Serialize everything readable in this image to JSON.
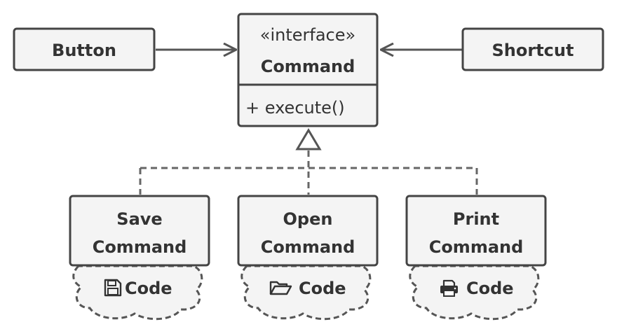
{
  "nodes": {
    "button": {
      "label": "Button"
    },
    "shortcut": {
      "label": "Shortcut"
    },
    "command": {
      "stereotype": "«interface»",
      "name": "Command",
      "method": "+ execute()"
    },
    "save": {
      "line1": "Save",
      "line2": "Command",
      "code_label": "Code",
      "icon": "floppy-disk-icon"
    },
    "open": {
      "line1": "Open",
      "line2": "Command",
      "code_label": "Code",
      "icon": "folder-open-icon"
    },
    "print": {
      "line1": "Print",
      "line2": "Command",
      "code_label": "Code",
      "icon": "printer-icon"
    }
  },
  "colors": {
    "box_fill": "#f4f4f4",
    "stroke": "#444444",
    "text": "#333333"
  }
}
